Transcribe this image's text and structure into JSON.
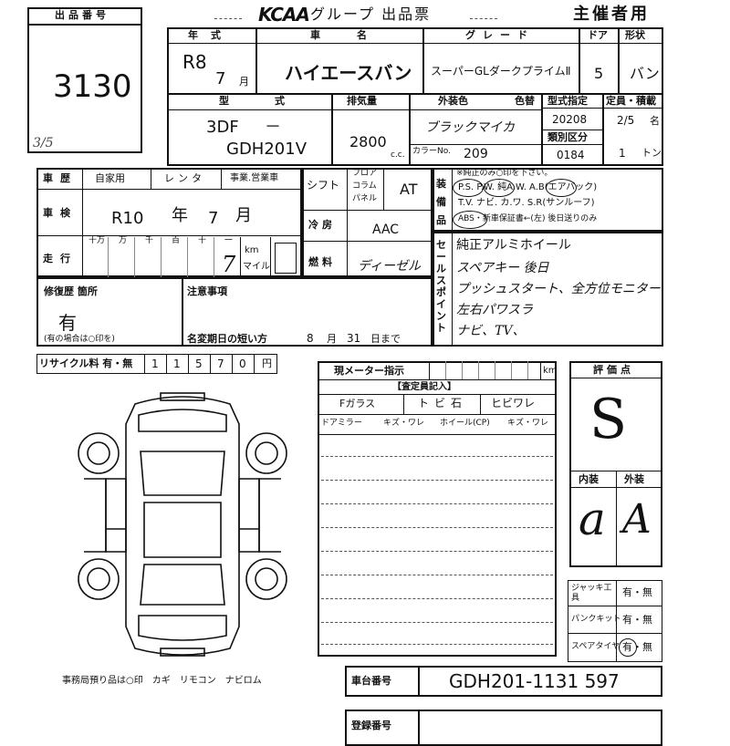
{
  "header": {
    "lot_label": "出品番号",
    "lot_number": "3130",
    "lot_scribble": "3/5",
    "brand": "KCAA",
    "title": "グループ 出品票",
    "copy_label": "主催者用"
  },
  "vehicle": {
    "year_label": "年式",
    "year_era": "R8",
    "year_month": "7",
    "month_unit": "月",
    "name_label": "車名",
    "name": "ハイエースバン",
    "grade_label": "グレード",
    "grade": "スーパーGLダークプライムⅡ",
    "door_label": "ドア",
    "doors": "5",
    "body_label": "形状",
    "body": "バン",
    "model_label": "型式",
    "model_prefix": "3DF",
    "model_dash": "－",
    "model": "GDH201V",
    "displacement_label": "排気量",
    "displacement": "2800",
    "cc_unit": "c.c.",
    "color_label": "外装色",
    "color_label2": "色替",
    "color_name": "ブラックマイカ",
    "color_no_label": "カラーNo.",
    "color_no": "209",
    "type_approval_label": "型式指定",
    "type_approval": "20208",
    "class_label": "類別区分",
    "class_code": "0184",
    "capacity_label": "定員・積載",
    "capacity": "2/5",
    "capacity_unit": "名",
    "load": "1",
    "load_unit": "トン"
  },
  "history": {
    "label": "車歴",
    "options": [
      "自家用",
      "レンタ",
      "事業.営業車"
    ],
    "inspection_label": "車検",
    "inspection_era": "R10",
    "inspection_year_unit": "年",
    "inspection_month": "7",
    "inspection_month_unit": "月",
    "mileage_label": "走行",
    "mileage_units": [
      "十万",
      "万",
      "千",
      "百",
      "十",
      "一"
    ],
    "mileage_value": "7",
    "km_label": "km",
    "mile_label": "マイル"
  },
  "shift": {
    "label": "シフト",
    "options": [
      "フロア",
      "コラム",
      "パネル"
    ],
    "value": "AT",
    "ac_label": "冷房",
    "ac_value": "AAC",
    "fuel_label": "燃料",
    "fuel_value": "ディーゼル"
  },
  "equipment": {
    "label": "装備品",
    "note": "※純正のみ○印を下さい。",
    "line1": "P.S. P.W. 純A.W. A.B(エアバック)",
    "line2": "T.V. ナビ. カ.ワ. S.R(サンルーフ)",
    "line3": "ABS・新車保証書←(左) 後日送りのみ"
  },
  "sales_points": {
    "label": "セールスポイント",
    "lines": [
      "純正アルミホイール",
      "スペアキー 後日",
      "プッシュスタート、全方位モニター",
      "左右パワスラ",
      "ナビ、TV、"
    ]
  },
  "repair": {
    "label": "修復歴 箇所",
    "value": "有",
    "note": "(有の場合は○印を)"
  },
  "caution": {
    "label": "注意事項",
    "deadline_label": "名変期日の短い方",
    "deadline_month": "8",
    "month_unit": "月",
    "deadline_day": "31",
    "day_unit": "日まで"
  },
  "recycle": {
    "label": "リサイクル料 有・無",
    "digits": [
      "1",
      "1",
      "5",
      "7",
      "0"
    ],
    "unit": "円"
  },
  "meter": {
    "label": "現メーター指示",
    "unit": "km"
  },
  "inspector": {
    "label": "【査定員記入】",
    "cols": [
      "Fガラス",
      "トビ石",
      "ヒビワレ"
    ],
    "cols2": [
      "ドアミラー",
      "キズ・ワレ",
      "ホイール(CP)",
      "キズ・ワレ"
    ]
  },
  "rating": {
    "label": "評価点",
    "score": "S",
    "interior_label": "内装",
    "exterior_label": "外装",
    "interior": "a",
    "exterior": "A"
  },
  "tools": {
    "jack_label": "ジャッキ工具",
    "jack_val": "有・無",
    "puncture_label": "パンクキット",
    "puncture_val": "有・無",
    "spare_label": "スペアタイヤ",
    "spare_val": "有・無"
  },
  "footer": {
    "office_note": "事務局預り品は○印　カギ　リモコン　ナビロム",
    "chassis_label": "車台番号",
    "chassis": "GDH201-1131 597",
    "reg_label": "登録番号"
  }
}
